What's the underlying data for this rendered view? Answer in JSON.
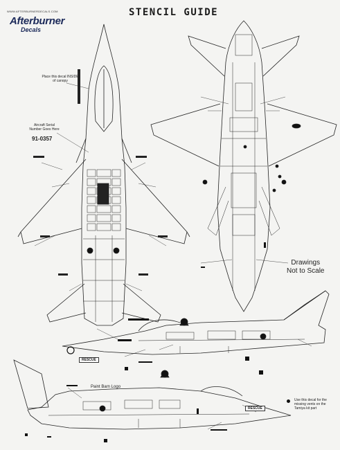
{
  "header": {
    "logo_website": "WWW.AFTERBURNERDECALS.COM",
    "logo_name": "Afterburner",
    "logo_sub": "Decals",
    "title": "STENCIL GUIDE"
  },
  "notes": {
    "canopy_decal": "Place this decal INSIDE of canopy",
    "serial_label": "Aircraft Serial Number Goes Here",
    "serial_value": "91-0357",
    "scale_line1": "Drawings",
    "scale_line2": "Not to Scale",
    "paint_logo": "Paint Barn Logo",
    "vent_note": "Use this decal for the missing vents on the Tamiya kit part"
  },
  "labels": {
    "rescue_1": "RESCUE",
    "rescue_2": "RESCUE"
  },
  "colors": {
    "ink": "#1a1a1a",
    "paper": "#f4f4f2",
    "logo_blue": "#1c2a5a"
  }
}
